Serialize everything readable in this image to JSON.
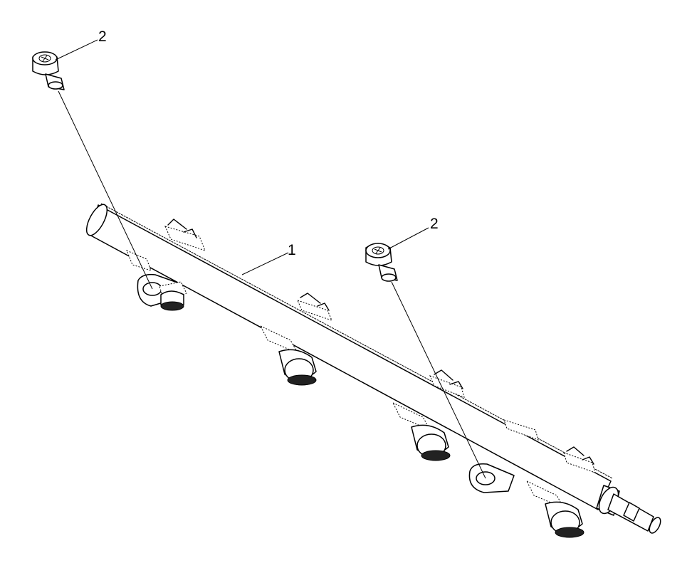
{
  "callouts": [
    {
      "id": "rail",
      "number": "1"
    },
    {
      "id": "bolt-top-left",
      "number": "2"
    },
    {
      "id": "bolt-center",
      "number": "2"
    }
  ],
  "colors": {
    "background": "#ffffff",
    "line": "#000000"
  }
}
